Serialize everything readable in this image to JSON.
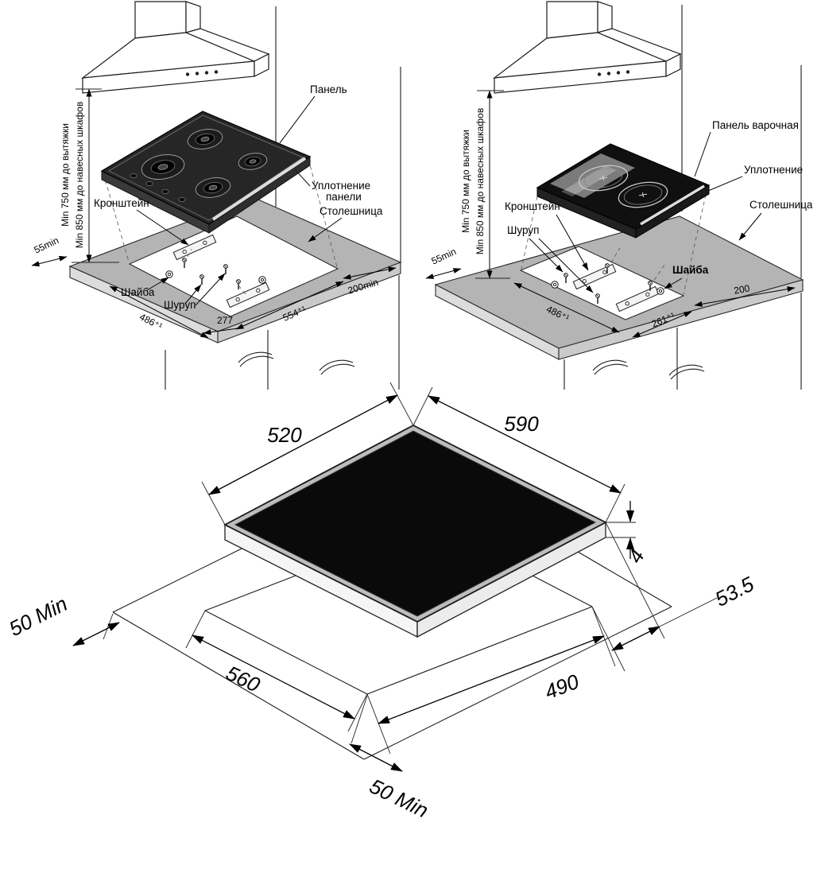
{
  "gas": {
    "labels": {
      "panel": "Панель",
      "seal_line1": "Уплотнение",
      "seal_line2": "панели",
      "countertop": "Столешница",
      "bracket": "Кронштейн",
      "washer": "Шайба",
      "screw": "Шуруп"
    },
    "dims": {
      "hood_clearance": "Min 750 мм до вытяжки",
      "cabinet_clearance": "Min 850 мм до навесных шкафов",
      "side_margin": "55min",
      "cutout_depth": "486⁺¹",
      "bracket_offset": "277",
      "cutout_width": "554⁺¹",
      "rear_margin": "200min"
    }
  },
  "induction": {
    "labels": {
      "panel": "Панель варочная",
      "seal": "Уплотнение",
      "countertop": "Столешница",
      "bracket": "Кронштейн",
      "screw": "Шуруп",
      "washer": "Шайба"
    },
    "dims": {
      "hood_clearance": "Min 750 мм до вытяжки",
      "cabinet_clearance": "Min 850 мм до навесных шкафов",
      "side_margin": "55min",
      "cutout_depth": "486⁺¹",
      "cutout_width": "261⁺¹",
      "rear_margin": "200"
    }
  },
  "dims_view": {
    "hob_depth": "520",
    "hob_width": "590",
    "glass_thickness": "4",
    "overhang": "53.5",
    "side_margin": "50 Min",
    "cutout_width": "560",
    "cutout_depth": "490",
    "bottom_margin": "50 Min"
  }
}
